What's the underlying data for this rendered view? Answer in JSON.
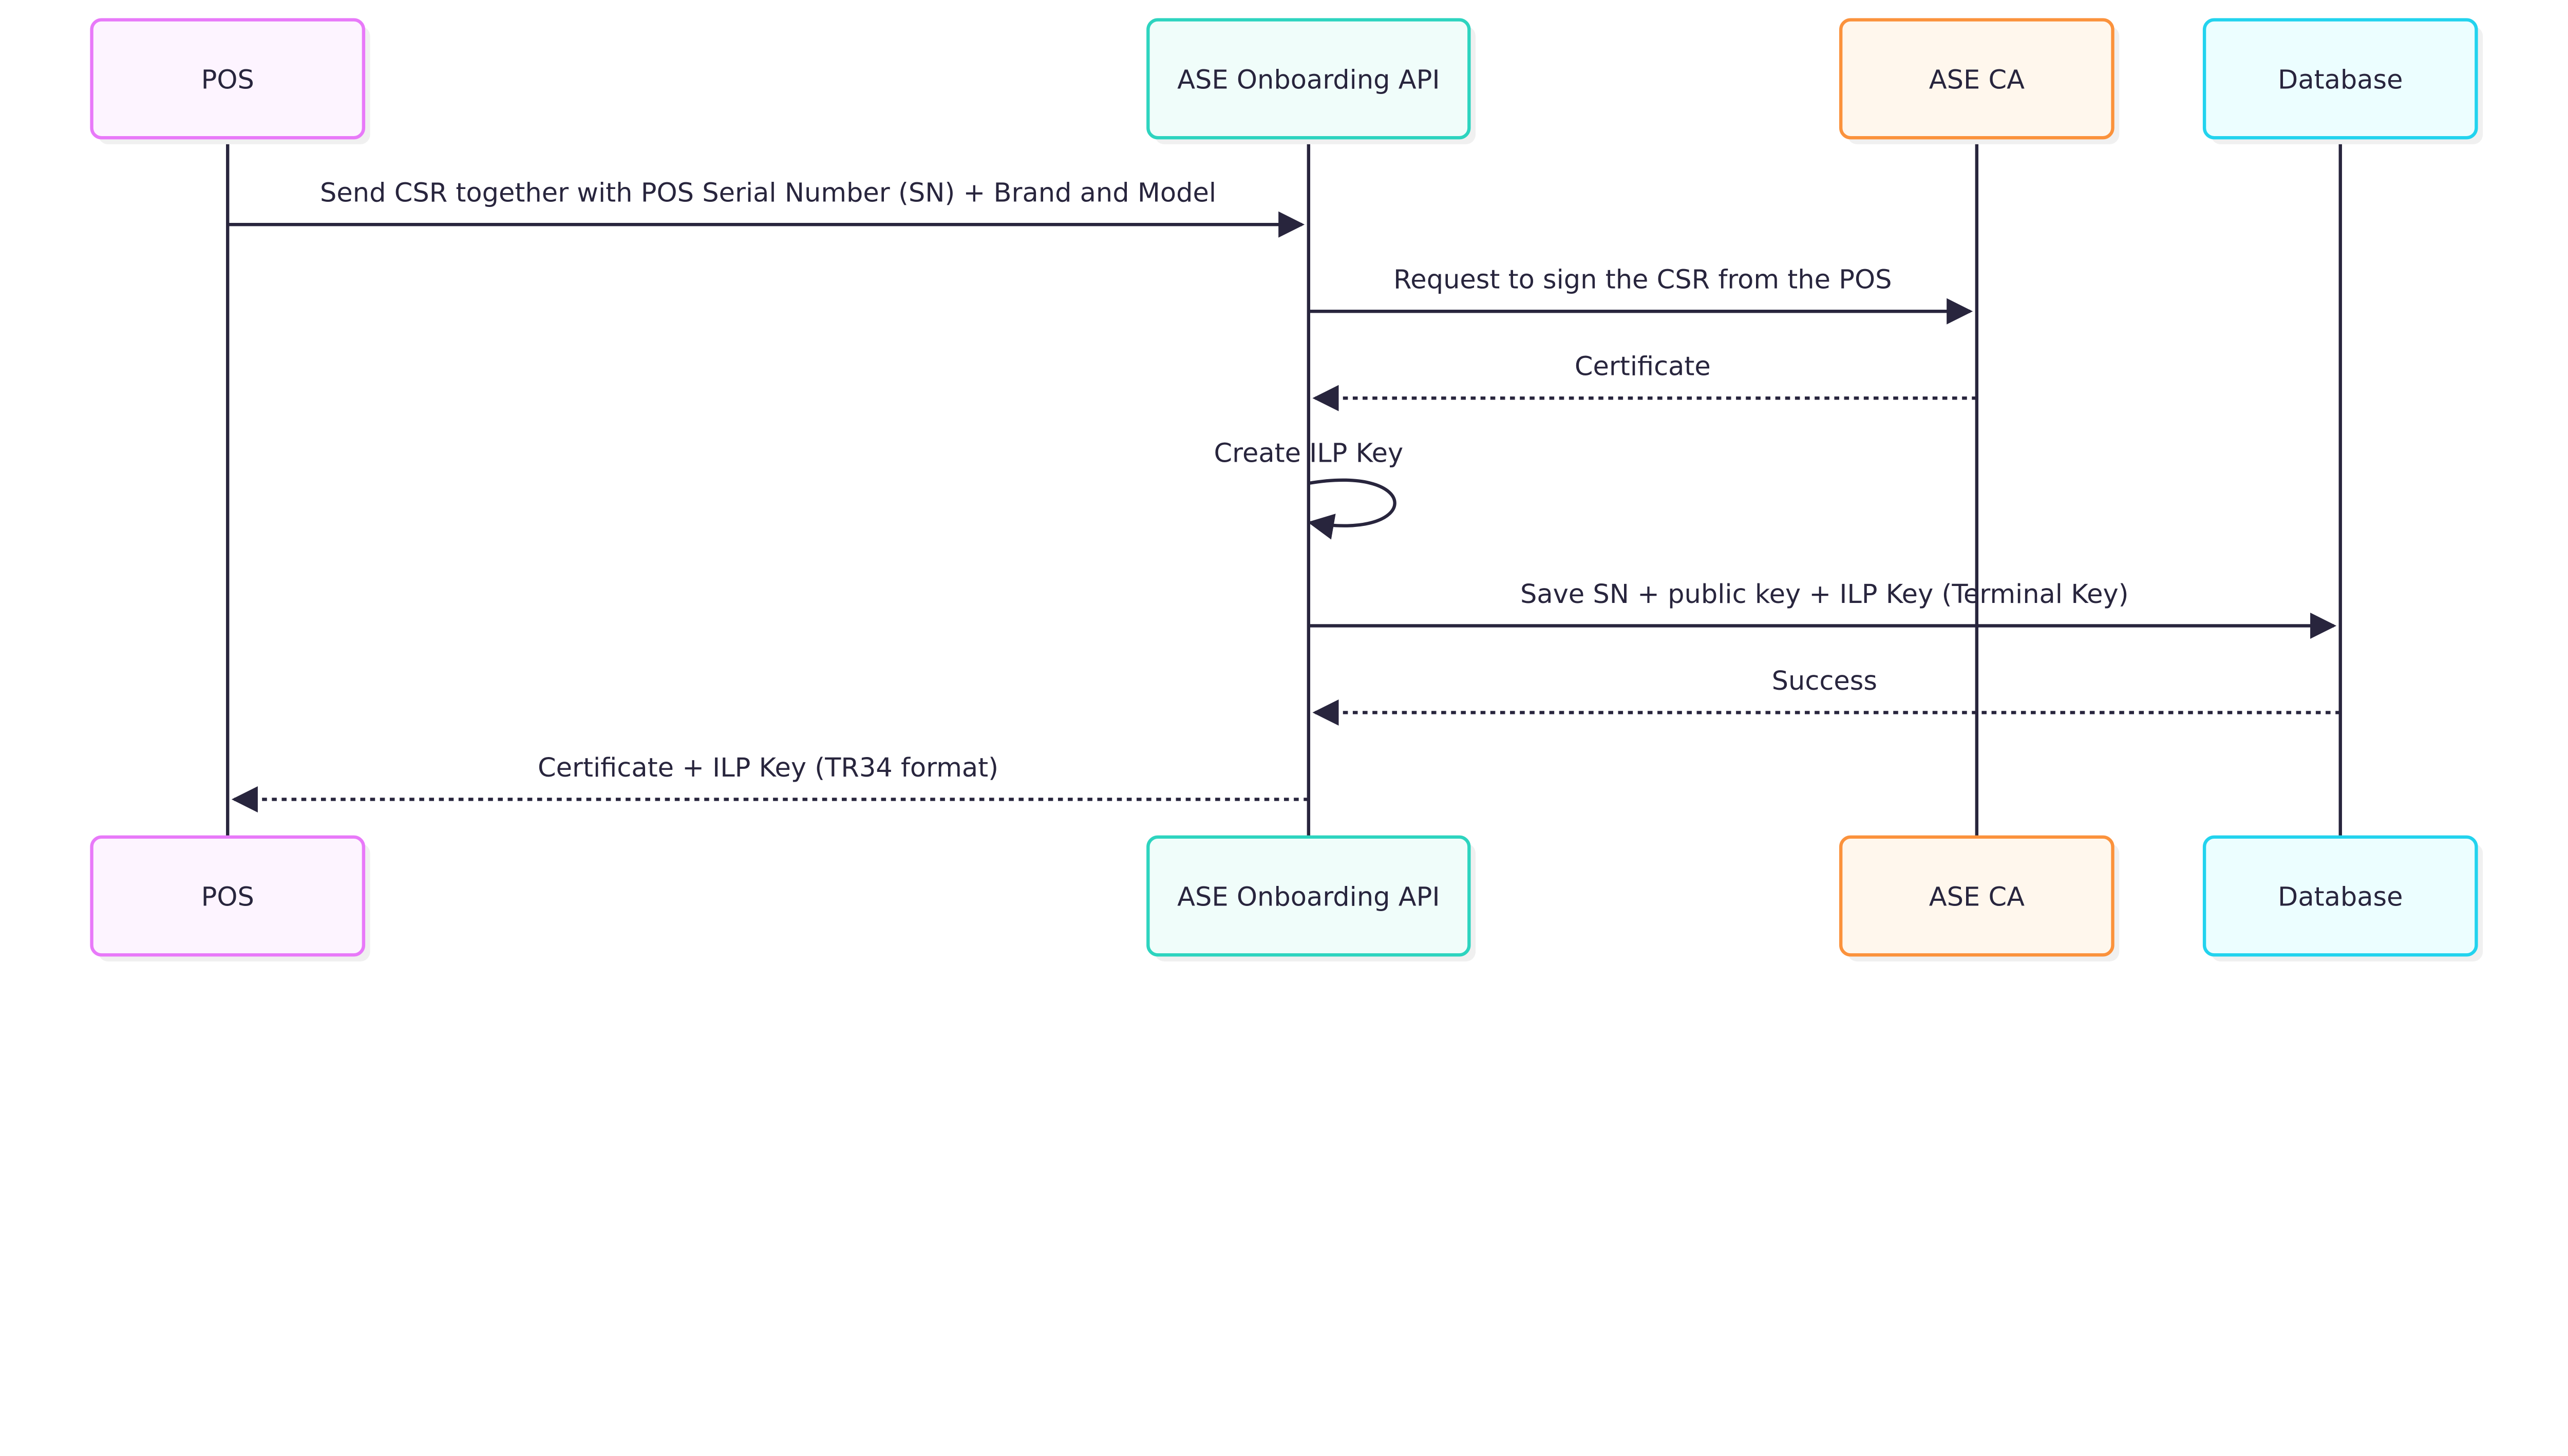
{
  "diagram": {
    "type": "sequence",
    "line_color": "#28253d",
    "participants": [
      {
        "name": "POS",
        "stroke": "#e879f9",
        "fill": "#fdf4ff"
      },
      {
        "name": "ASE Onboarding API",
        "stroke": "#2dd4bf",
        "fill": "#f0fdfa"
      },
      {
        "name": "ASE CA",
        "stroke": "#fb923c",
        "fill": "#fff7ed"
      },
      {
        "name": "Database",
        "stroke": "#22d3ee",
        "fill": "#ecfeff"
      }
    ],
    "messages": [
      {
        "from": 0,
        "to": 1,
        "text": "Send CSR together with POS Serial Number (SN) + Brand and Model",
        "style": "solid"
      },
      {
        "from": 1,
        "to": 2,
        "text": "Request to sign the CSR from the POS",
        "style": "solid"
      },
      {
        "from": 2,
        "to": 1,
        "text": "Certificate",
        "style": "dashed"
      },
      {
        "from": 1,
        "to": 1,
        "text": "Create ILP Key",
        "style": "solid"
      },
      {
        "from": 1,
        "to": 3,
        "text": "Save SN + public key + ILP Key (Terminal Key)",
        "style": "solid"
      },
      {
        "from": 3,
        "to": 1,
        "text": "Success",
        "style": "dashed"
      },
      {
        "from": 1,
        "to": 0,
        "text": "Certificate + ILP Key (TR34 format)",
        "style": "dashed"
      }
    ]
  }
}
